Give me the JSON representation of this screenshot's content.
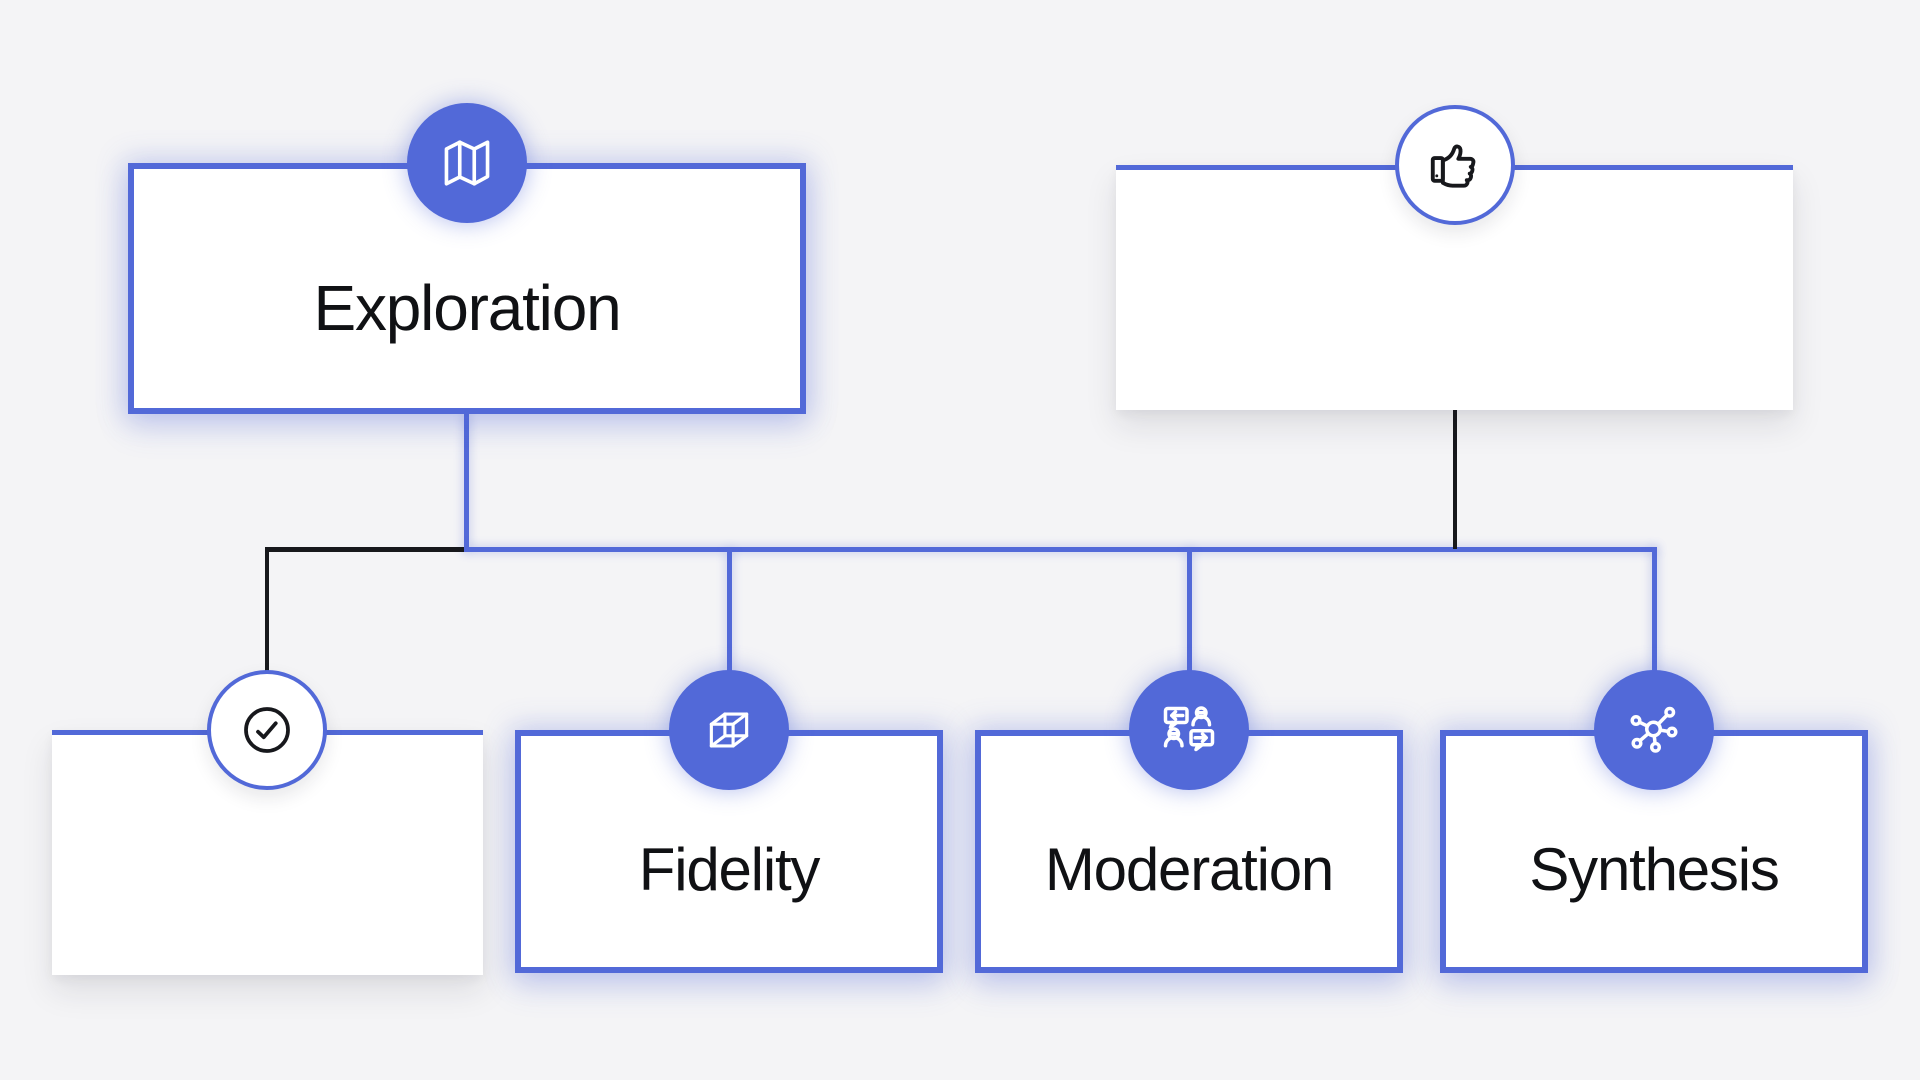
{
  "colors": {
    "background": "#f4f4f6",
    "accent_blue": "#5269d8",
    "connector_black": "#17181c",
    "node_background": "#ffffff",
    "label_text": "#101114"
  },
  "diagram": {
    "parents": [
      {
        "label": "Exploration",
        "icon": "map-icon",
        "box_style": "outlined",
        "badge_style": "filled"
      },
      {
        "label": "",
        "icon": "thumbs-up-icon",
        "box_style": "plain",
        "badge_style": "outline"
      }
    ],
    "children": [
      {
        "label": "",
        "icon": "check-circle-icon",
        "box_style": "plain",
        "badge_style": "outline"
      },
      {
        "label": "Fidelity",
        "icon": "cube-icon",
        "box_style": "outlined",
        "badge_style": "filled"
      },
      {
        "label": "Moderation",
        "icon": "conversation-icon",
        "box_style": "outlined",
        "badge_style": "filled"
      },
      {
        "label": "Synthesis",
        "icon": "network-icon",
        "box_style": "outlined",
        "badge_style": "filled"
      }
    ]
  }
}
